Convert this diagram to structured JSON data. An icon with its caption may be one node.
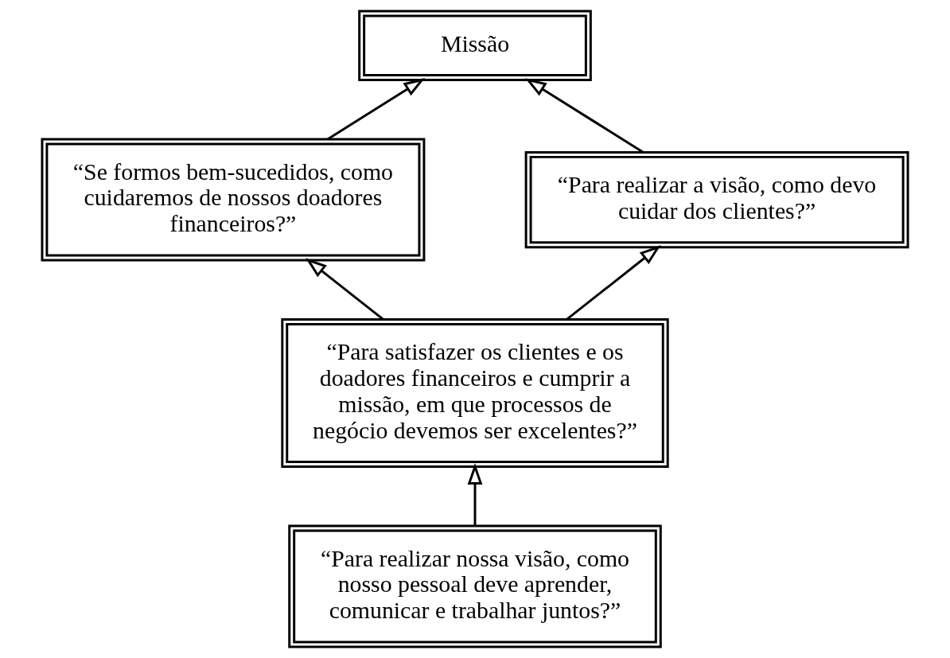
{
  "diagram": {
    "nodes": [
      {
        "text": [
          "Missão"
        ]
      },
      {
        "text": [
          "“Se formos bem-sucedidos, como cuidaremos de nossos doadores financeiros?”"
        ]
      },
      {
        "text": [
          "“Para realizar a visão, como devo cuidar dos clientes?”"
        ]
      },
      {
        "text": [
          "“Para satisfazer os clientes e os doadores financeiros e cumprir a missão, em que processos de negócio devemos ser excelentes?”"
        ]
      },
      {
        "text": [
          "“Para realizar nossa visão, como nosso pessoal deve aprender, comunicar e trabalhar juntos?”"
        ]
      }
    ],
    "edges": [
      {
        "from": 1,
        "to": 0,
        "arrow": "to"
      },
      {
        "from": 2,
        "to": 0,
        "arrow": "to"
      },
      {
        "from": 3,
        "to": 1,
        "arrow": "to"
      },
      {
        "from": 3,
        "to": 2,
        "arrow": "to"
      },
      {
        "from": 4,
        "to": 3,
        "arrow": "to"
      }
    ]
  }
}
